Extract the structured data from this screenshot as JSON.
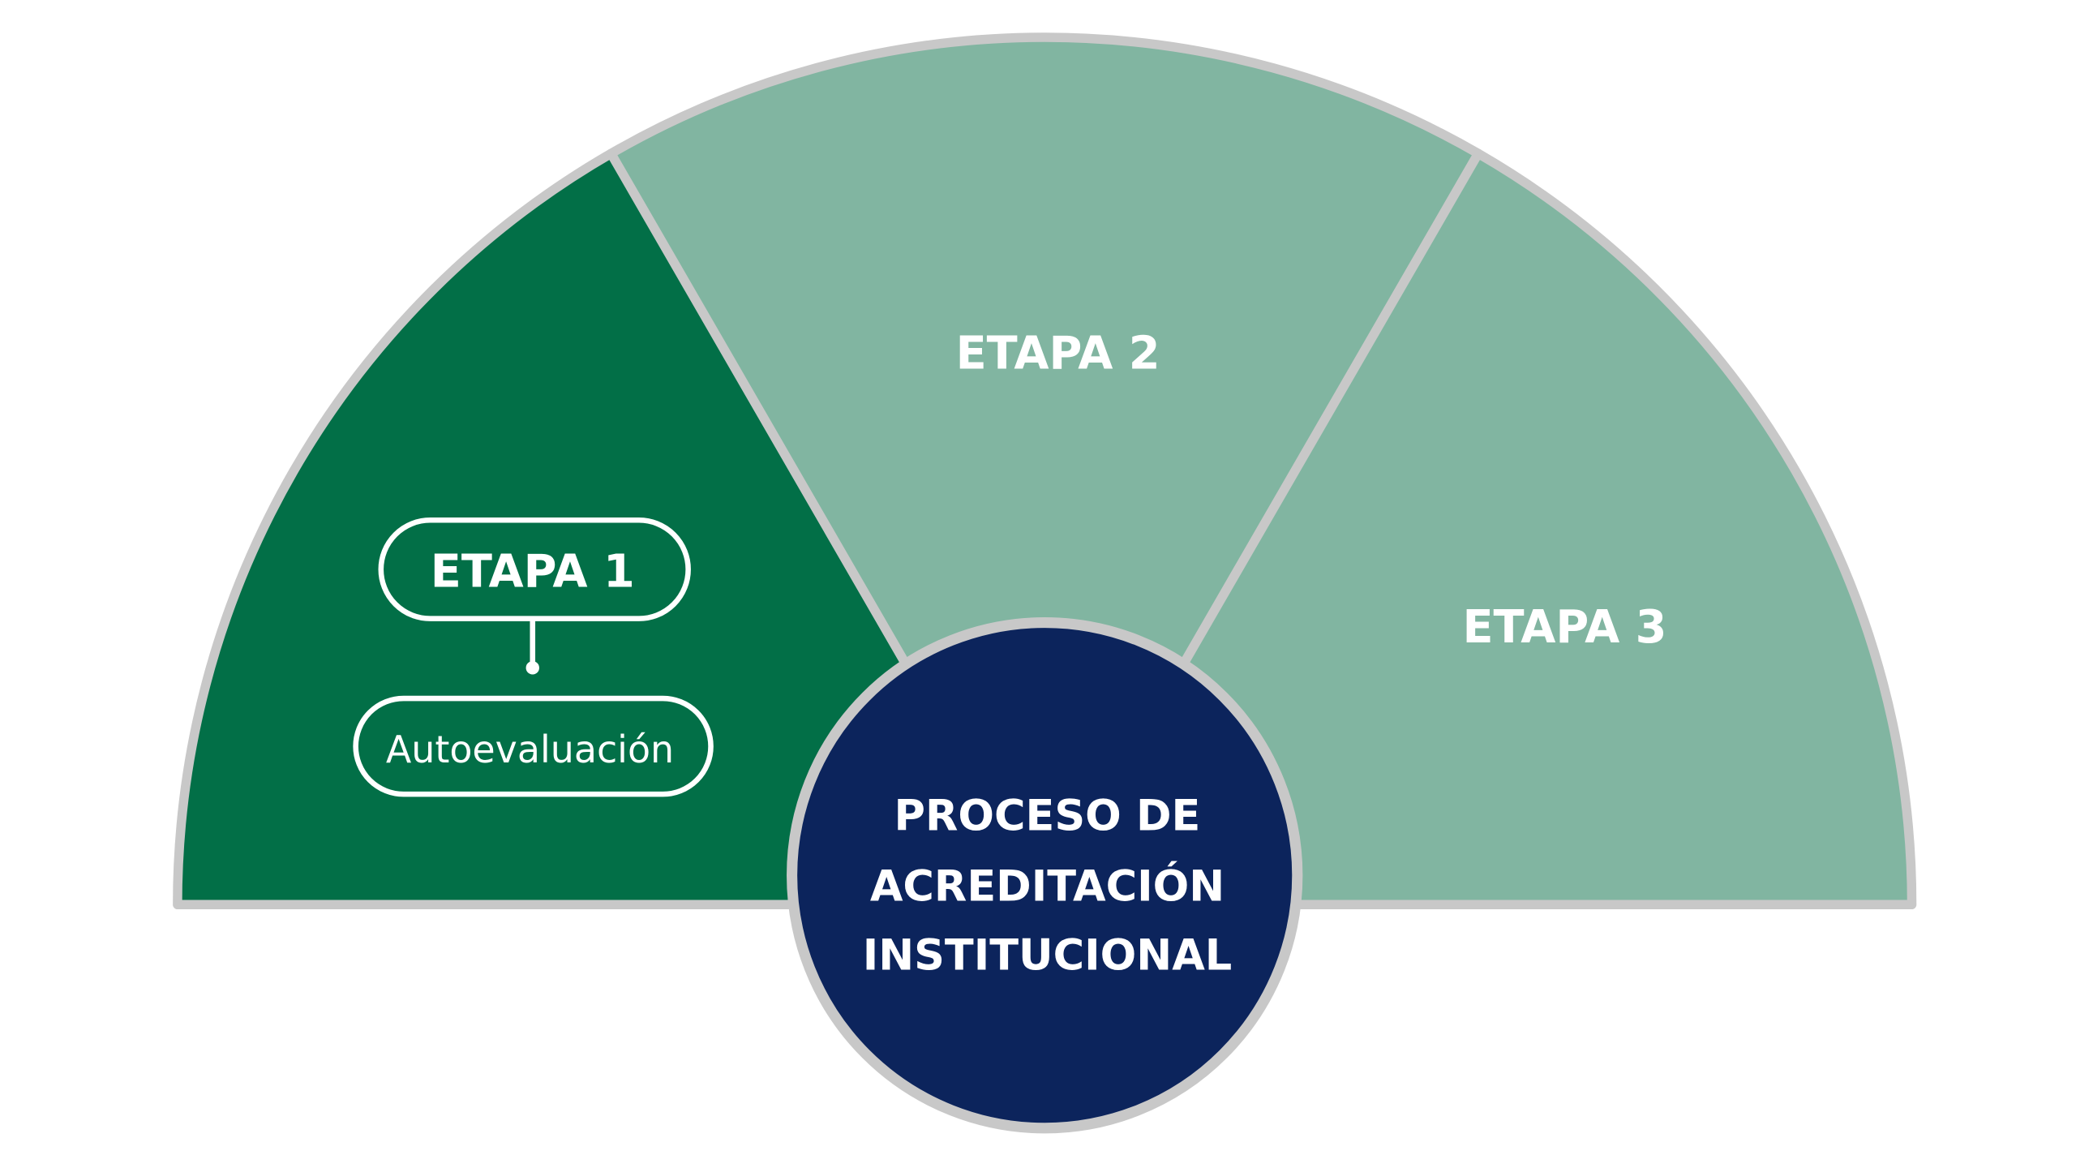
{
  "diagram": {
    "title_lines": [
      "PROCESO DE",
      "ACREDITACIÓN",
      "INSTITUCIONAL"
    ],
    "stages": [
      {
        "label": "ETAPA 1",
        "sub_label": "Autoevaluación",
        "state": "active"
      },
      {
        "label": "ETAPA 2",
        "state": "inactive"
      },
      {
        "label": "ETAPA 3",
        "state": "inactive"
      }
    ]
  },
  "colors": {
    "active_stage": "#026f47",
    "inactive_stage": "#81b5a1",
    "center": "#0c245c",
    "border": "#c8c8c8"
  }
}
